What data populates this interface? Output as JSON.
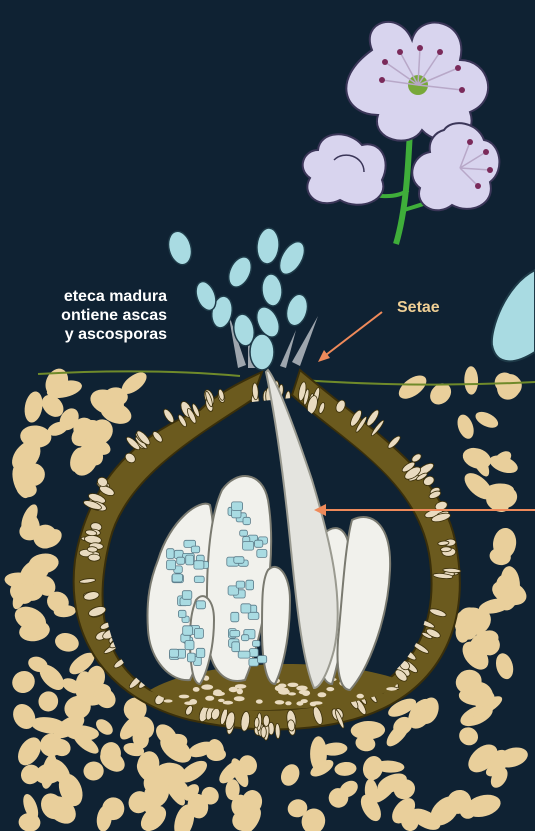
{
  "labels": {
    "pseudothecium": {
      "line1": "eteca madura",
      "line2": "ontiene ascas",
      "line3": "y ascosporas"
    },
    "setae": "Setae"
  },
  "colors": {
    "background": "#0f2233",
    "wall": "#6b5a1e",
    "host_cells": "#e9cf9b",
    "spores": "#a9dbe2",
    "setae_arrow": "#ef8a5a",
    "petals": "#d8d4ee",
    "stem": "#3fae3a",
    "setae_label": "#efcf95"
  }
}
